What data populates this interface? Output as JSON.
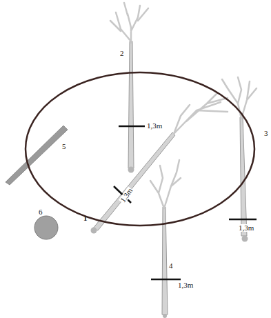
{
  "diagram": {
    "labels": [
      "2",
      "1,3m",
      "1",
      "1,3m",
      "3",
      "1,3m",
      "4",
      "1,3m",
      "5",
      "6"
    ]
  }
}
